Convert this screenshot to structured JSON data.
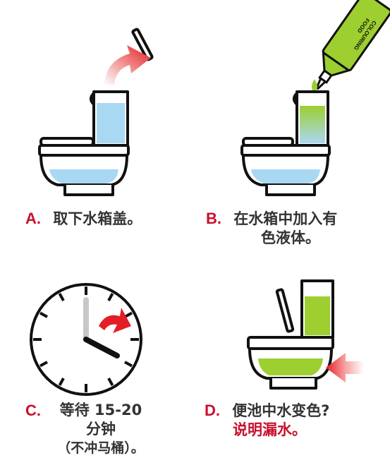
{
  "steps": [
    {
      "letter": "A.",
      "text": "取下水箱盖。"
    },
    {
      "letter": "B.",
      "line1": "在水箱中加入有",
      "line2": "色液体。"
    },
    {
      "letter": "C.",
      "line1": "等待 15-20",
      "line2": "分钟",
      "line3": "（不冲马桶）。"
    },
    {
      "letter": "D.",
      "line1": "便池中水变色?",
      "line2": "说明漏水。"
    }
  ],
  "bottle_label": [
    "FOOD",
    "COLOURING"
  ],
  "colors": {
    "accent_red": "#c8102e",
    "water_blue": "#a9d8f2",
    "dye_green": "#9ccf2f",
    "outline": "#111111",
    "text": "#333333"
  },
  "icons": [
    "toilet-icon",
    "tank-lid-icon",
    "curved-arrow-icon",
    "dye-bottle-icon",
    "clock-icon",
    "arrow-right-icon"
  ]
}
